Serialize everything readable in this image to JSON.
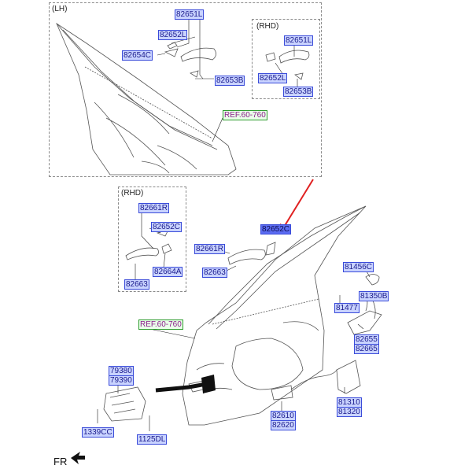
{
  "sections": {
    "lh": "(LH)",
    "rhd_top": "(RHD)",
    "rhd_bottom": "(RHD)"
  },
  "parts": {
    "p82651L_a": "82651L",
    "p82652L_a": "82652L",
    "p82654C": "82654C",
    "p82653B_a": "82653B",
    "p82651L_b": "82651L",
    "p82652L_b": "82652L",
    "p82653B_b": "82653B",
    "ref_top": "REF.60-760",
    "p82661R_a": "82661R",
    "p82652C_a": "82652C",
    "p82663_a": "82663",
    "p82664A": "82664A",
    "p82652C_b": "82652C",
    "p82661R_b": "82661R",
    "p82663_b": "82663",
    "p81456C": "81456C",
    "p81350B": "81350B",
    "p81477": "81477",
    "p82655": "82655",
    "p82665": "82665",
    "ref_bottom": "REF.60-760",
    "p79380": "79380",
    "p79390": "79390",
    "p1339CC": "1339CC",
    "p1125DL": "1125DL",
    "p82610": "82610",
    "p82620": "82620",
    "p81310": "81310",
    "p81320": "81320"
  },
  "fr_label": "FR",
  "colors": {
    "part_fill": "#c9d3ff",
    "part_border": "#3a4bd9",
    "highlight": "#5b6cf2",
    "ref_border": "#2e9c2e",
    "pointer_arrow": "#e02020"
  }
}
